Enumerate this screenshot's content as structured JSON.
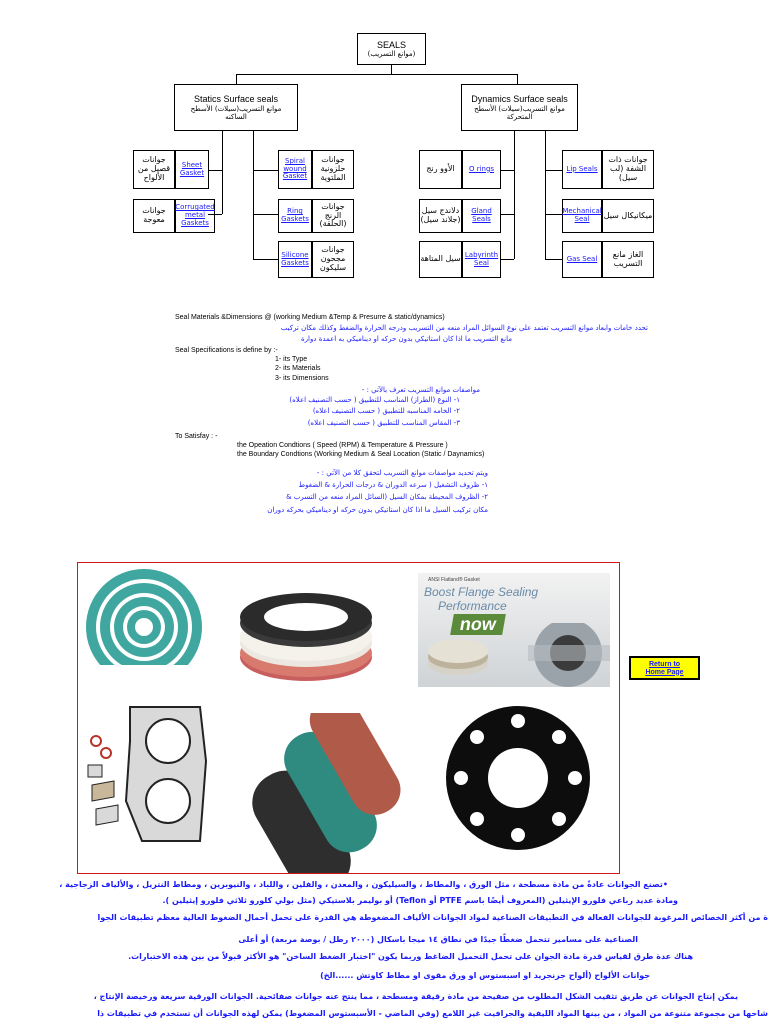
{
  "root": {
    "title": "SEALS",
    "subtitle": "(موانع التسريب)"
  },
  "statics": {
    "title": "Statics Surface seals",
    "subtitle": "موانع التسريب(سيلات) الأسطح الساكنه"
  },
  "dynamics": {
    "title": "Dynamics Surface seals",
    "subtitle": "موانع التسريب(سيلات) الأسطح المتحركة"
  },
  "statics_items": [
    {
      "link": "Sheet Gasket",
      "arabic": "جوانات قصيل من الألواح"
    },
    {
      "link": "Corrugated metal Gaskets",
      "arabic": "جوانات معوجة"
    },
    {
      "link": "Spiral wound Gasket",
      "arabic": "جوانات حلزونية الملتوية"
    },
    {
      "link": "Ring Gaskets",
      "arabic": "جوانات الرنج (الحلقة)"
    },
    {
      "link": "Silicone Gaskets",
      "arabic": "جوانات مجحون سليكون"
    }
  ],
  "dynamics_items": [
    {
      "link": "O rings",
      "arabic": "الأوو رنج"
    },
    {
      "link": "Gland Seals",
      "arabic": "دلاندج سيل (جلاند سيل)"
    },
    {
      "link": "Labyrinth Seal",
      "arabic": "سيل المتاهة"
    },
    {
      "link": "Lip Seals",
      "arabic": "جوانات ذات الشفة (لب سيل)"
    },
    {
      "link": "Mechanical Seal",
      "arabic": "ميكانيكال سيل"
    },
    {
      "link": "Gas Seal",
      "arabic": "الغاز مانع التسريب"
    }
  ],
  "text_block": {
    "line1": "Seal Materials  &Dimensions @ (working Medium &Temp & Presurre & static/dynamics)",
    "line2": "تحدد خامات وابعاد موانع التسريب تعتمد  على نوع السوائل المراد منعه من التسريب ودرجه الحرارة والضغط وكذلك مكان تركيب",
    "line3": "مانع التسريب ما اذا كان استاتيكي بدون حركه او ديناميكي به اعمدة دوارة",
    "line4": "Seal  Specifications is define by :-",
    "spec1": "1- its Type",
    "spec2": "2- its Materials",
    "spec3": "3- its Dimensions",
    "ar_spec_title": "مواصفات موانع التسريب تعرف بالآتي :  -",
    "ar_spec1": "١- النوع (الطراز) المناسب للتطبيق ( حسب التصنيف اعلاه)",
    "ar_spec2": "٢- الخامه المناسبه للتطبيق ( حسب التصنيف اعلاه)",
    "ar_spec3": "٣- المقاس المناسب للتطبيق ( حسب التصنيف اعلاه)",
    "satisfy": "To Satisfay : -",
    "sat1": "the Opeation Condtions   ( Speed (RPM) &  Temperature & Pressure )",
    "sat2": "the Boundary Condtions  (Working Medium  &  Seal Location (Static / Daynamics)",
    "ar_sat_title": "ويتم تحديد مواصفات موانع التسريب لتحقق كلا من الآتي :  -",
    "ar_sat1": "١- ظروف التشغيل  ( سرعه الدوران & درجات الحرارة & الضغوط",
    "ar_sat2": "٢- الظروف المحيطة بمكان السيل (السائل المراد منعه من التسرب &",
    "ar_sat3": "مكان تركيب السيل ما اذا كان استاتيكي بدون حركه او ديناميكي بحركه دوران"
  },
  "images": [
    {
      "name": "flat-gaskets-photo"
    },
    {
      "name": "ptfe-gasket-stack-photo",
      "label": ""
    },
    {
      "name": "flange-gasket-ad-photo",
      "top": "ANSI Flatland® Gasket",
      "line1": "Boost Flange Sealing",
      "line2": "Performance",
      "now": "now"
    },
    {
      "name": "head-gasket-set-photo"
    },
    {
      "name": "gasket-sheet-rolls-photo"
    },
    {
      "name": "flange-gasket-black-photo"
    }
  ],
  "return_button": {
    "line1": "Return to",
    "line2": "Home Page"
  },
  "bottom_lines": [
    "•تصنع الجوانات عادةً من مادة مسطحة ، مثل الورق ، والمطاط ، والسيليكون ، والمعدن ، والفلين ، واللباد ، والنيوبرين ، ومطاط النتريل ، والألياف الزجاجية ،",
    "ومادة عديد رباعي فلورو الإيثيلين (المعروف أيضًا باسم PTFE أو Teflon) أو بوليمر بلاستيكي (مثل بولي كلورو ثلاثي فلورو إيثيلين ).",
    "ة من أكثر الخصائص المرغوبة للجوانات الفعالة في التطبيقات الصناعية لمواد الجوانات الألياف المضغوطة هي القدرة على تحمل أحمال الضغوط العالية معظم تطبيقات الجوا",
    "الصناعية على مسامير تتحمل ضغطًا جيدًا في نطاق ١٤ ميجا باسكال (٢٠٠٠ رطل / بوصة مربعة) أو أعلى",
    "هناك عدة طرق لقياس قدرة مادة الجوان على تحمل التحميل الضاغط وربما يكون \"اختبار الضغط الساخن\" هو الأكثر قبولاً من بين هذه الاختبارات.",
    "جوانات الألواح (ألواح جرنجريد   او  اسبستوس  او ورق مقوى او مطاط كاوتش ......الخ)",
    "يمكن إنتاج الجوانات عن طريق تثقيب الشكل المطلوب من صفيحة من مادة رقيقة ومسطحة ، مما ينتج عنه جوانات صفائحية. الجوانات الورقية سريعة ورخيصة الإنتاج ،",
    "شاحها من مجموعة متنوعة من المواد ، من بينها المواد الليفية والجرافيت غير اللامع (وفي الماضي - الأسبستوس المضغوط) يمكن لهذه الجوانات أن تستخدم في تطبيقات ذا"
  ],
  "colors": {
    "link": "#1a1aff",
    "gallery_border": "#d01818",
    "button_bg": "#ffff00"
  }
}
